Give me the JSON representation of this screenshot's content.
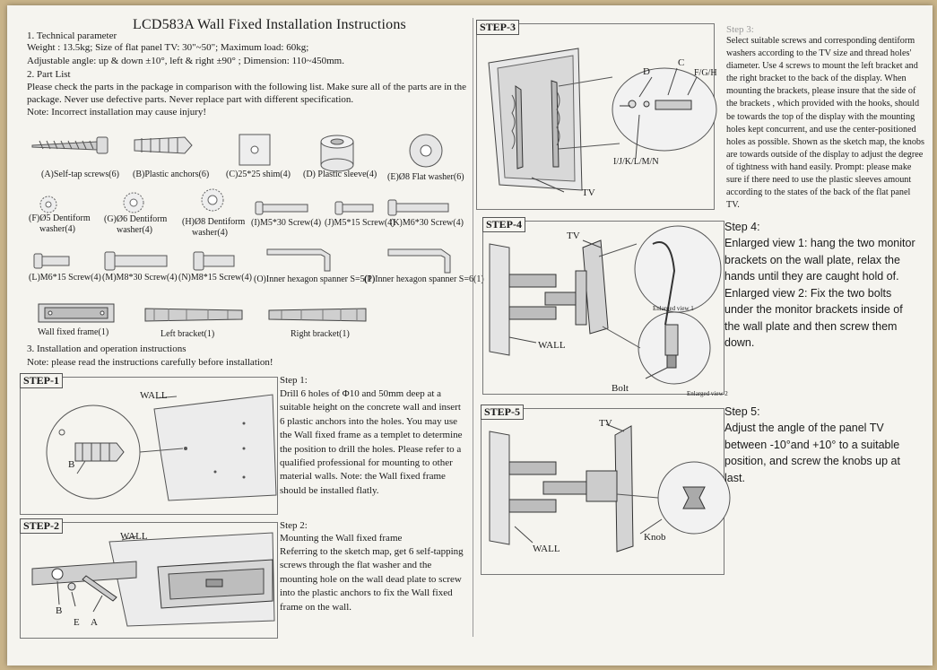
{
  "title": "LCD583A Wall Fixed Installation Instructions",
  "technical": {
    "heading": "1. Technical parameter",
    "line1": "Weight : 13.5kg;  Size of flat panel TV: 30\"~50\";  Maximum load: 60kg;",
    "line2": "Adjustable angle:  up & down ±10°, left & right ±90° ;   Dimension: 110~450mm."
  },
  "partlist": {
    "heading": "2. Part List",
    "line1": "Please check the parts in the package in comparison with the following list. Make sure all of the parts are in the",
    "line2": "package. Never use defective parts. Never replace part with different specification.",
    "line3": "Note: Incorrect installation may cause injury!"
  },
  "parts": {
    "a": "(A)Self-tap screws(6)",
    "b": "(B)Plastic anchors(6)",
    "c": "(C)25*25 shim(4)",
    "d": "(D) Plastic sleeve(4)",
    "e": "(E)Ø8 Flat washer(6)",
    "f1": "(F)Ø5 Dentiform",
    "f2": "washer(4)",
    "g1": "(G)Ø6 Dentiform",
    "g2": "washer(4)",
    "h1": "(H)Ø8 Dentiform",
    "h2": "washer(4)",
    "i": "(I)M5*30 Screw(4)",
    "j": "(J)M5*15 Screw(4)",
    "k": "(K)M6*30 Screw(4)",
    "l": "(L)M6*15 Screw(4)",
    "m": "(M)M8*30 Screw(4)",
    "n": "(N)M8*15 Screw(4)",
    "o": "(O)Inner hexagon spanner S=5(1)",
    "p": "(P)Inner hexagon spanner S=6(1)",
    "frame": "Wall fixed frame(1)",
    "left": "Left bracket(1)",
    "right": "Right bracket(1)"
  },
  "install": {
    "heading": "3. Installation and operation instructions",
    "note": "Note: please read the instructions carefully before installation!"
  },
  "step1": {
    "tag": "STEP-1",
    "heading": "Step 1:",
    "body": "Drill 6 holes of Φ10 and 50mm deep at a suitable height on the concrete wall and insert 6 plastic anchors into the holes. You may use the Wall fixed frame  as a templet to determine the position to drill the holes. Please refer to a qualified professional for mounting to other material walls. Note: the Wall fixed frame  should be installed flatly.",
    "wall": "WALL",
    "b": "B"
  },
  "step2": {
    "tag": "STEP-2",
    "heading": "Step 2:",
    "subheading": "Mounting the Wall fixed frame",
    "body": "Referring to the sketch map, get 6 self-tapping screws  through  the  flat washer  and the mounting hole on the wall dead plate to screw into the plastic anchors to fix the Wall fixed frame  on the wall.",
    "wall": "WALL",
    "b": "B",
    "e": "E",
    "a": "A"
  },
  "step3": {
    "tag": "STEP-3",
    "heading": "Step 3:",
    "body": "Select suitable screws and corresponding  dentiform washers according to the TV size and thread holes' diameter. Use 4 screws to mount the left bracket and the right bracket  to the back of the display. When mounting the brackets, please insure that the side of the brackets , which provided with the hooks, should be towards the top of the display with the mounting holes kept concurrent, and use the center-positioned holes as possible. Shown as the sketch map, the knobs  are towards outside of the display to adjust the degree of tightness with hand easily. Prompt: please make sure if there need to use the plastic sleeves  amount according to the states of the back of the flat panel TV.",
    "d": "D",
    "c": "C",
    "fgh": "F/G/H",
    "ijklmn": "I/J/K/L/M/N",
    "tv": "TV"
  },
  "step4": {
    "tag": "STEP-4",
    "heading": "Step 4:",
    "body": "Enlarged view 1: hang the two monitor brackets on the wall plate, relax the hands until they are caught hold of. Enlarged view 2: Fix the two bolts under the monitor brackets inside of the wall plate and then screw them down.",
    "tv": "TV",
    "wall": "WALL",
    "bolt": "Bolt",
    "ev1": "Enlarged view 1",
    "ev2": "Enlarged view 2"
  },
  "step5": {
    "tag": "STEP-5",
    "heading": "Step 5:",
    "body": "Adjust the angle of the panel TV between -10°and +10° to a suitable position, and screw the knobs up at last.",
    "tv": "TV",
    "wall": "WALL",
    "knob": "Knob"
  }
}
